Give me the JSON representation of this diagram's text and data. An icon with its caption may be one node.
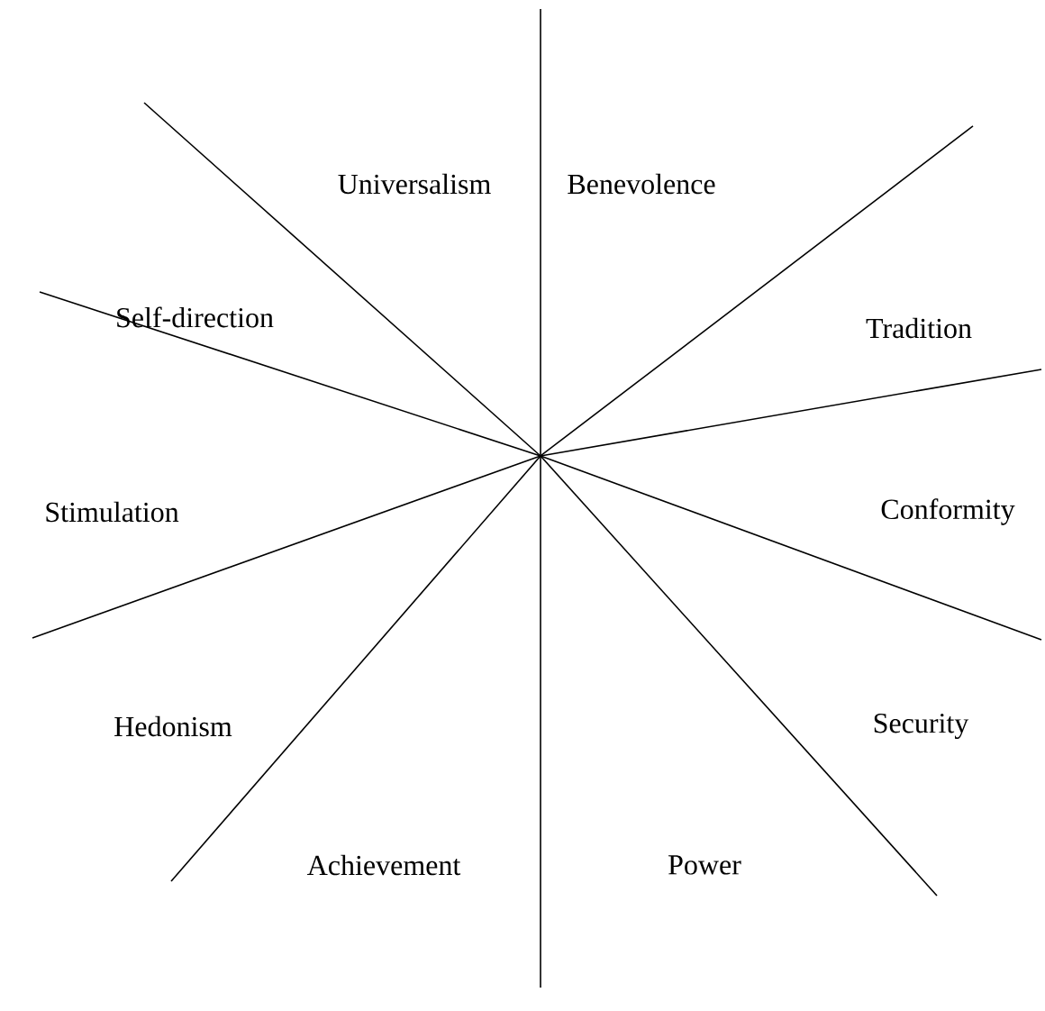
{
  "diagram": {
    "labels": [
      "Universalism",
      "Benevolence",
      "Self-direction",
      "Tradition",
      "Stimulation",
      "Conformity",
      "Hedonism",
      "Security",
      "Achievement",
      "Power"
    ]
  }
}
